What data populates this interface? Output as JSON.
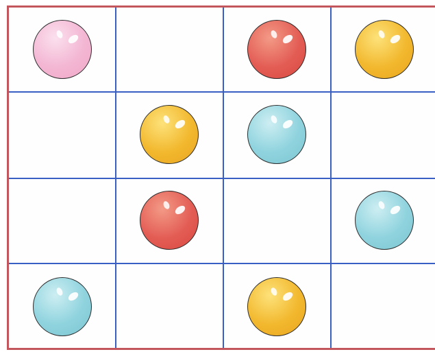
{
  "grid": {
    "rows": 4,
    "cols": 4
  },
  "colors": {
    "board_border": "#c2565c",
    "grid_line": "#3a5fc4",
    "pink": "#f3b6d3",
    "red": "#e35d55",
    "yellow": "#f2b82e",
    "cyan": "#8fd3de"
  },
  "cells": [
    {
      "row": 0,
      "col": 0,
      "ball": "pink"
    },
    {
      "row": 0,
      "col": 1,
      "ball": null
    },
    {
      "row": 0,
      "col": 2,
      "ball": "red"
    },
    {
      "row": 0,
      "col": 3,
      "ball": "yellow"
    },
    {
      "row": 1,
      "col": 0,
      "ball": null
    },
    {
      "row": 1,
      "col": 1,
      "ball": "yellow"
    },
    {
      "row": 1,
      "col": 2,
      "ball": "cyan"
    },
    {
      "row": 1,
      "col": 3,
      "ball": null
    },
    {
      "row": 2,
      "col": 0,
      "ball": null
    },
    {
      "row": 2,
      "col": 1,
      "ball": "red"
    },
    {
      "row": 2,
      "col": 2,
      "ball": null
    },
    {
      "row": 2,
      "col": 3,
      "ball": "cyan"
    },
    {
      "row": 3,
      "col": 0,
      "ball": "cyan"
    },
    {
      "row": 3,
      "col": 1,
      "ball": null
    },
    {
      "row": 3,
      "col": 2,
      "ball": "yellow"
    },
    {
      "row": 3,
      "col": 3,
      "ball": null
    }
  ]
}
